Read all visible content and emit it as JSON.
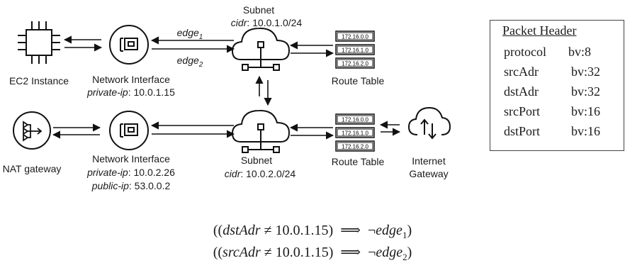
{
  "diagram": {
    "ec2": {
      "label": "EC2 Instance"
    },
    "ni_top": {
      "label": "Network Interface",
      "ip_key": "private-ip",
      "ip_value": ": 10.0.1.15"
    },
    "ni_bottom": {
      "label": "Network Interface",
      "private_key": "private-ip",
      "private_value": ": 10.0.2.26",
      "public_key": "public-ip",
      "public_value": ": 53.0.0.2"
    },
    "nat": {
      "label": "NAT gateway"
    },
    "subnet_top": {
      "title": "Subnet",
      "cidr_key": "cidr",
      "cidr_value": ": 10.0.1.0/24"
    },
    "subnet_bottom": {
      "title": "Subnet",
      "cidr_key": "cidr",
      "cidr_value": ": 10.0.2.0/24"
    },
    "route_table_top": {
      "label": "Route Table",
      "entries": [
        "172.16.0.0",
        "172.16.1.0",
        "172.16.2.0"
      ]
    },
    "route_table_bottom": {
      "label": "Route Table",
      "entries": [
        "172.16.0.0",
        "172.16.1.0",
        "172.16.2.0"
      ]
    },
    "igw": {
      "line1": "Internet",
      "line2": "Gateway"
    },
    "edge1": {
      "base": "edge",
      "sub": "1"
    },
    "edge2": {
      "base": "edge",
      "sub": "2"
    }
  },
  "packet_header": {
    "title": "Packet Header",
    "fields": [
      {
        "name": "protocol",
        "type": "bv:8"
      },
      {
        "name": "srcAdr",
        "type": "bv:32"
      },
      {
        "name": "dstAdr",
        "type": "bv:32"
      },
      {
        "name": "srcPort",
        "type": "bv:16"
      },
      {
        "name": "dstPort",
        "type": "bv:16"
      }
    ]
  },
  "constraints": [
    {
      "var": "dstAdr",
      "op": "≠",
      "value": "10.0.1.15",
      "implies": "⟹",
      "neg": "¬",
      "edge": "edge",
      "sub": "1"
    },
    {
      "var": "srcAdr",
      "op": "≠",
      "value": "10.0.1.15",
      "implies": "⟹",
      "neg": "¬",
      "edge": "edge",
      "sub": "2"
    }
  ]
}
